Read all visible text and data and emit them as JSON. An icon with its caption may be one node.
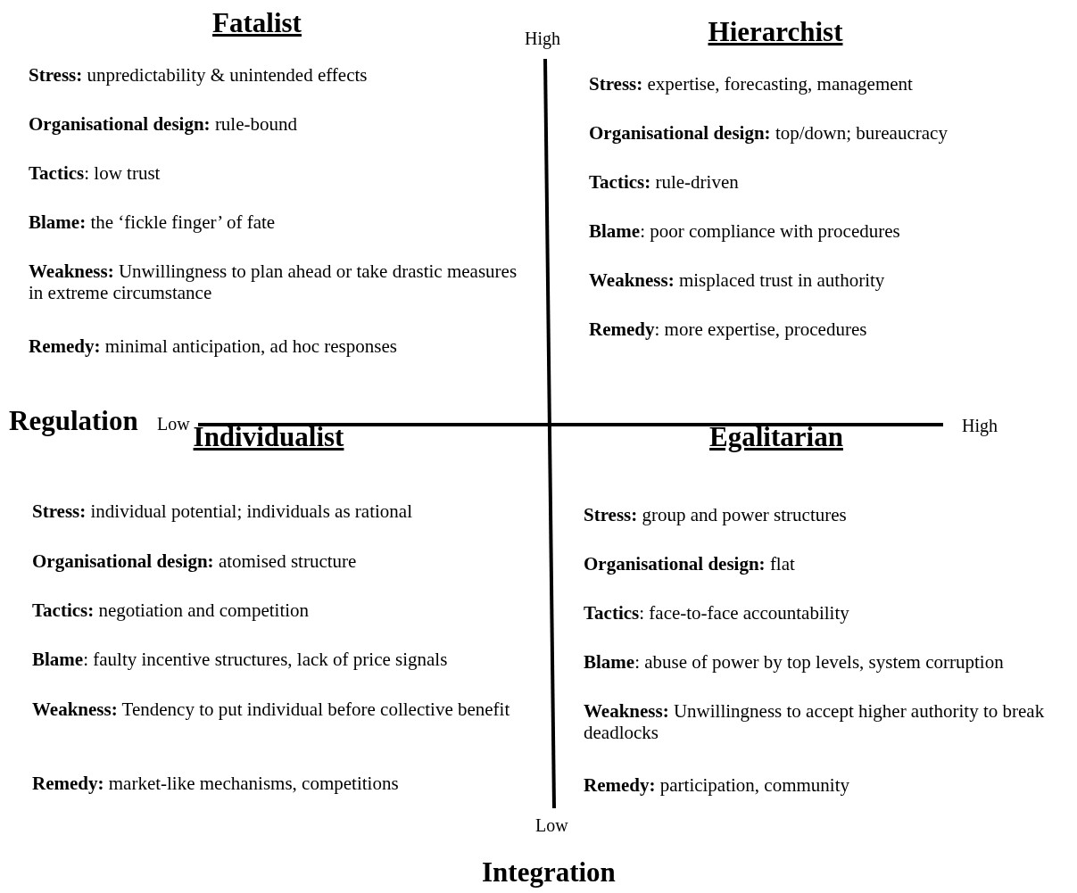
{
  "diagram": {
    "labels": [
      "Fatalist",
      "High",
      "Hierarchist",
      "**Stress:** unpredictability & unintended effects",
      "**Organisational design:** rule-bound",
      "**Tactics**: low trust",
      "**Blame:** the ‘fickle finger’ of fate",
      "**Weakness:** Unwillingness to plan ahead or take drastic measures in extreme circumstance",
      "**Remedy:** minimal anticipation, ad hoc responses",
      "**Stress:** expertise, forecasting, management",
      "**Organisational design:** top/down; bureaucracy",
      "**Tactics:** rule-driven",
      "**Blame**: poor compliance with procedures",
      "**Weakness:** misplaced trust in authority",
      "**Remedy**: more expertise, procedures",
      "Regulation",
      "Low",
      "High",
      "Individualist",
      "Egalitarian",
      "**Stress:** individual potential; individuals as rational",
      "**Organisational design:** atomised structure",
      "**Tactics:** negotiation and competition",
      "**Blame**: faulty incentive structures, lack of price signals",
      "**Weakness:** Tendency to put individual before collective benefit",
      "**Remedy:** market-like mechanisms, competitions",
      "**Stress:** group and power structures",
      "**Organisational design:** flat",
      "**Tactics**: face-to-face accountability",
      "**Blame**: abuse of power by top levels, system corruption",
      "**Weakness:** Unwillingness to accept higher authority to break deadlocks",
      "**Remedy:** participation, community",
      "Low",
      "Integration"
    ]
  }
}
